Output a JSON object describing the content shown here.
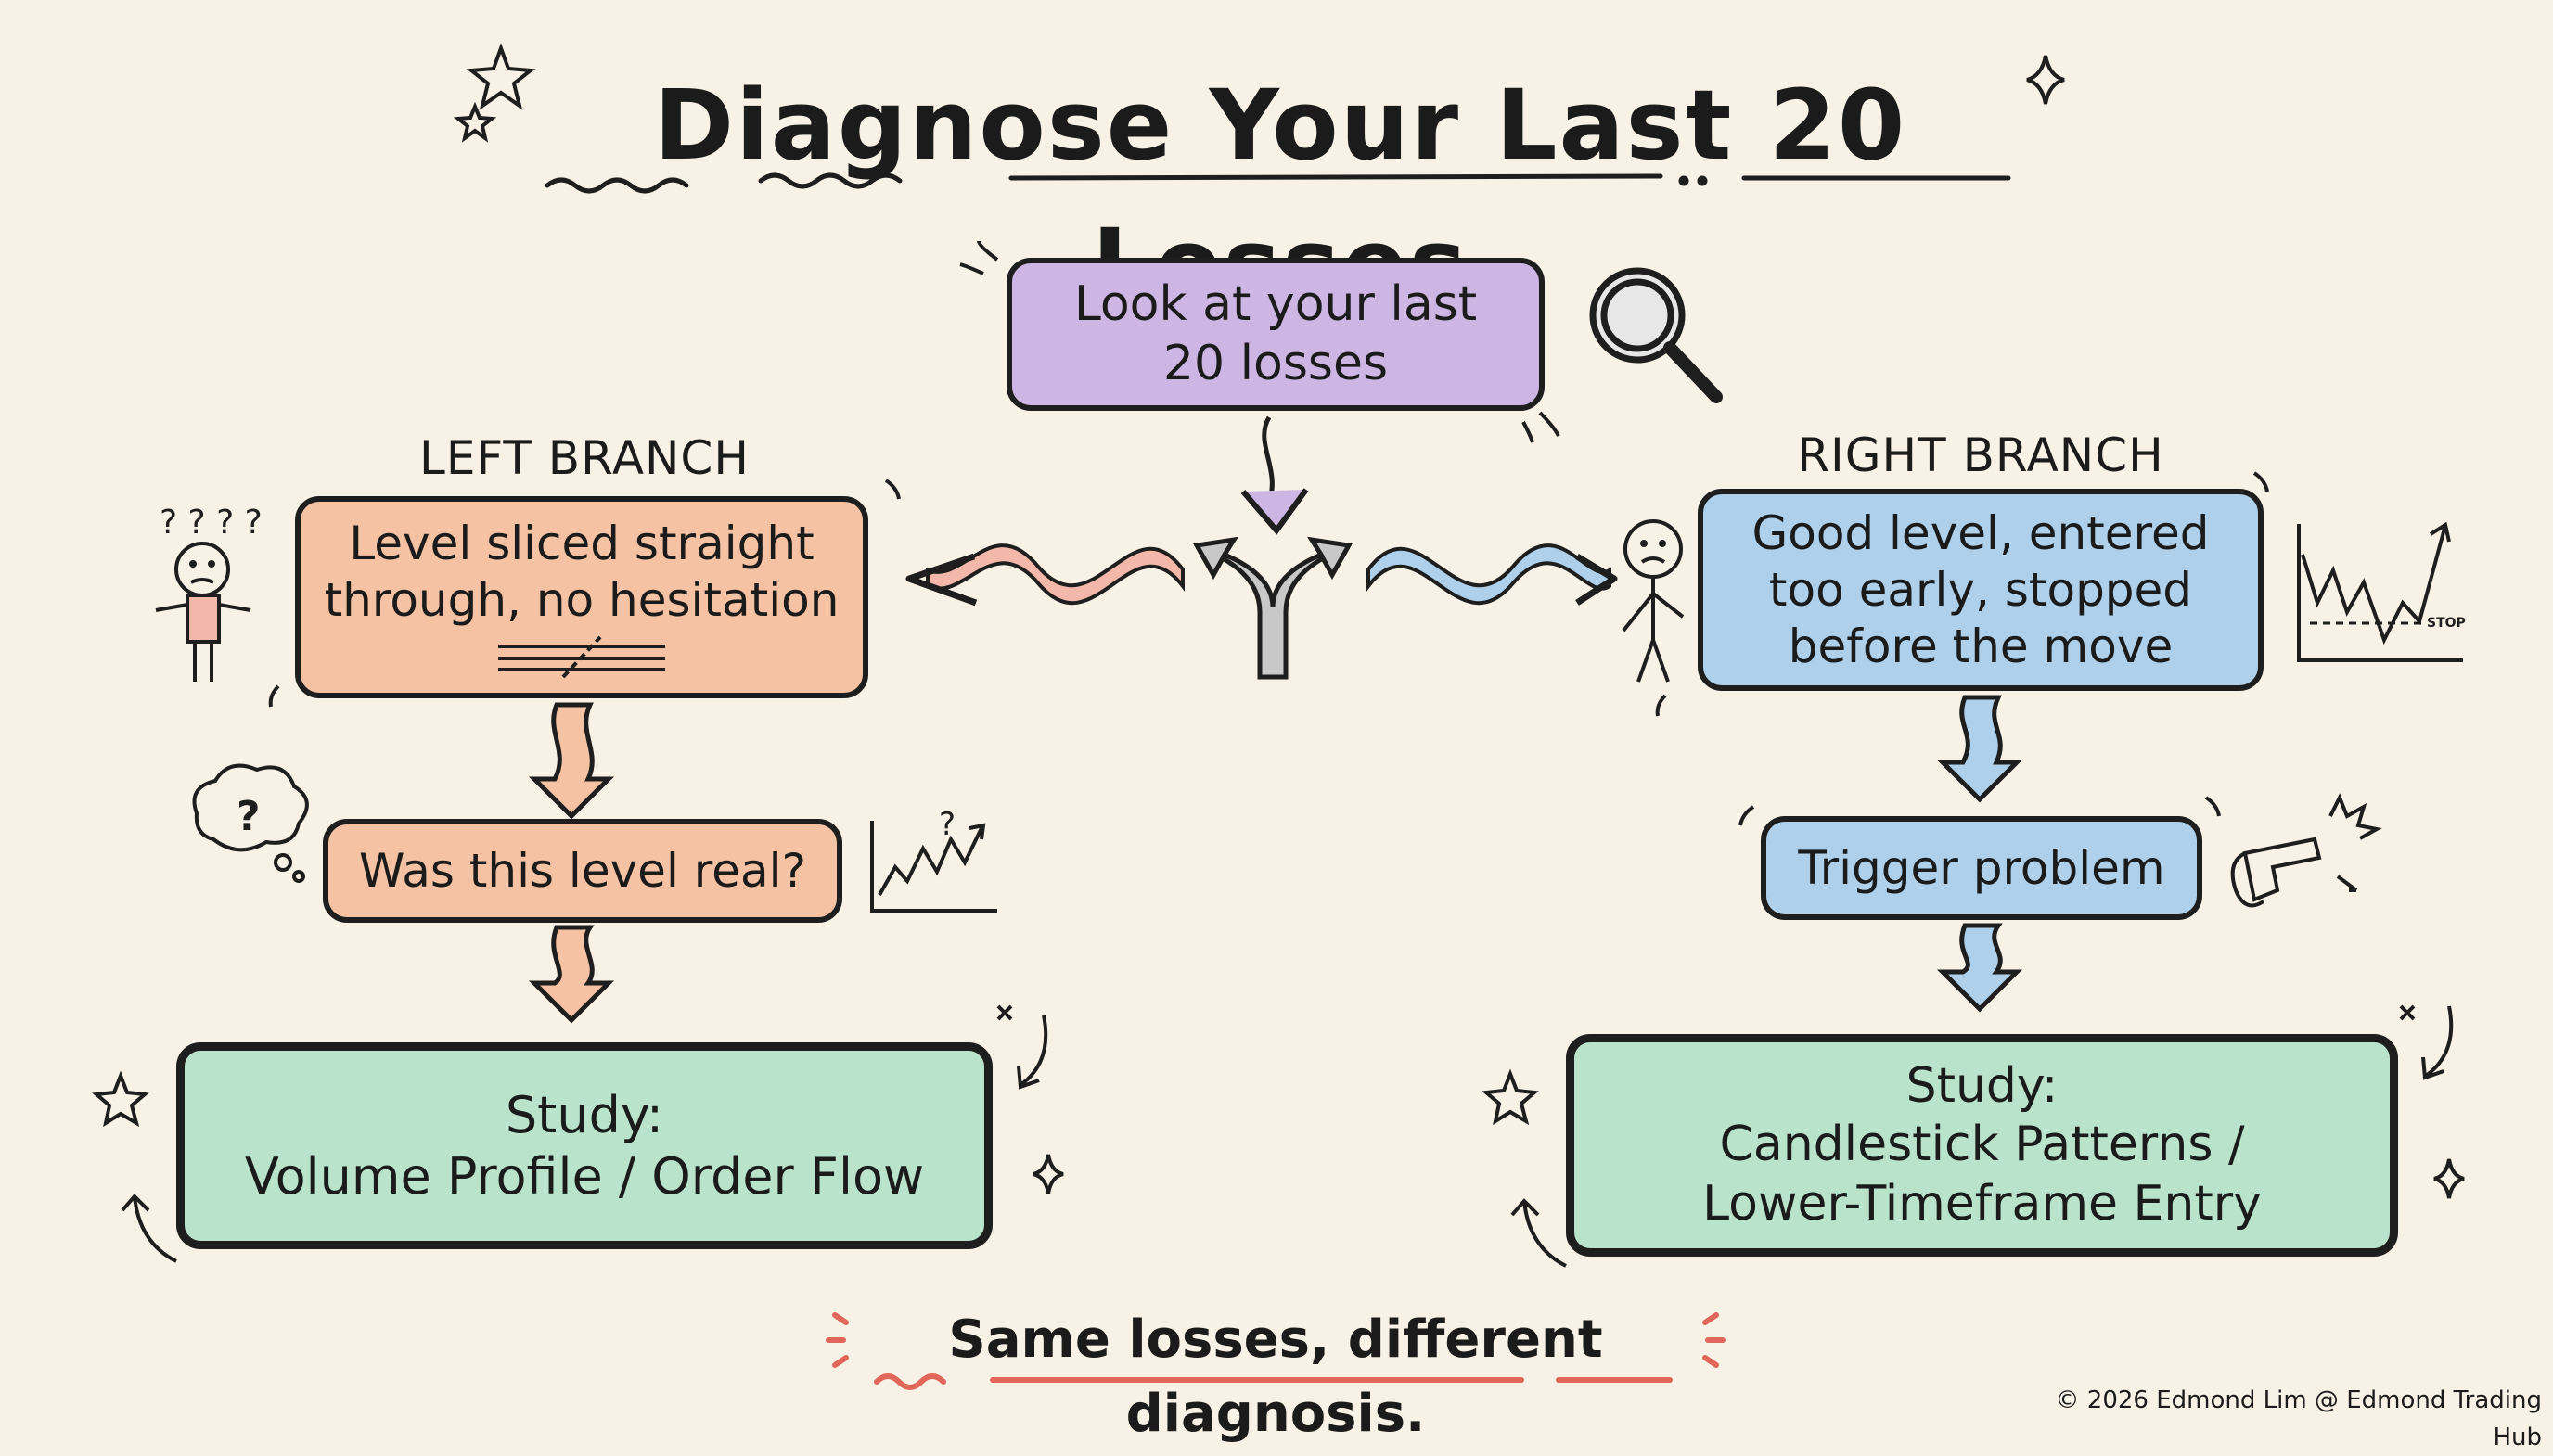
{
  "title": "Diagnose Your Last 20 Losses",
  "top_box": {
    "line1": "Look at your last",
    "line2": "20 losses"
  },
  "left_branch": {
    "label": "LEFT BRANCH",
    "box1_line1": "Level sliced straight",
    "box1_line2": "through, no hesitation",
    "box2": "Was this level real?",
    "study_line1": "Study:",
    "study_line2": "Volume Profile / Order Flow"
  },
  "right_branch": {
    "label": "RIGHT BRANCH",
    "box1_line1": "Good level, entered",
    "box1_line2": "too early, stopped",
    "box1_line3": "before the move",
    "box2": "Trigger problem",
    "study_line1": "Study:",
    "study_line2": "Candlestick Patterns /",
    "study_line3": "Lower-Timeframe Entry",
    "stop_label": "STOP"
  },
  "tagline": "Same losses, different diagnosis.",
  "copyright": "© 2026 Edmond Lim @ Edmond Trading Hub",
  "colors": {
    "background": "#f8f1e6",
    "purple": "#cdb6e3",
    "peach": "#f5c3a3",
    "blue": "#aed0ea",
    "green": "#b9e3cb",
    "accent_red": "#e0675a",
    "ink": "#1e1e1e"
  },
  "icons": [
    "magnifier-icon",
    "fork-arrow-icon",
    "confused-person-icon",
    "sad-person-icon",
    "stopwatch-icon",
    "thought-bubble-icon",
    "chart-icon",
    "stop-chart-icon",
    "hand-gun-icon",
    "candlestick-icon",
    "star-icon",
    "sparkle-icon"
  ]
}
